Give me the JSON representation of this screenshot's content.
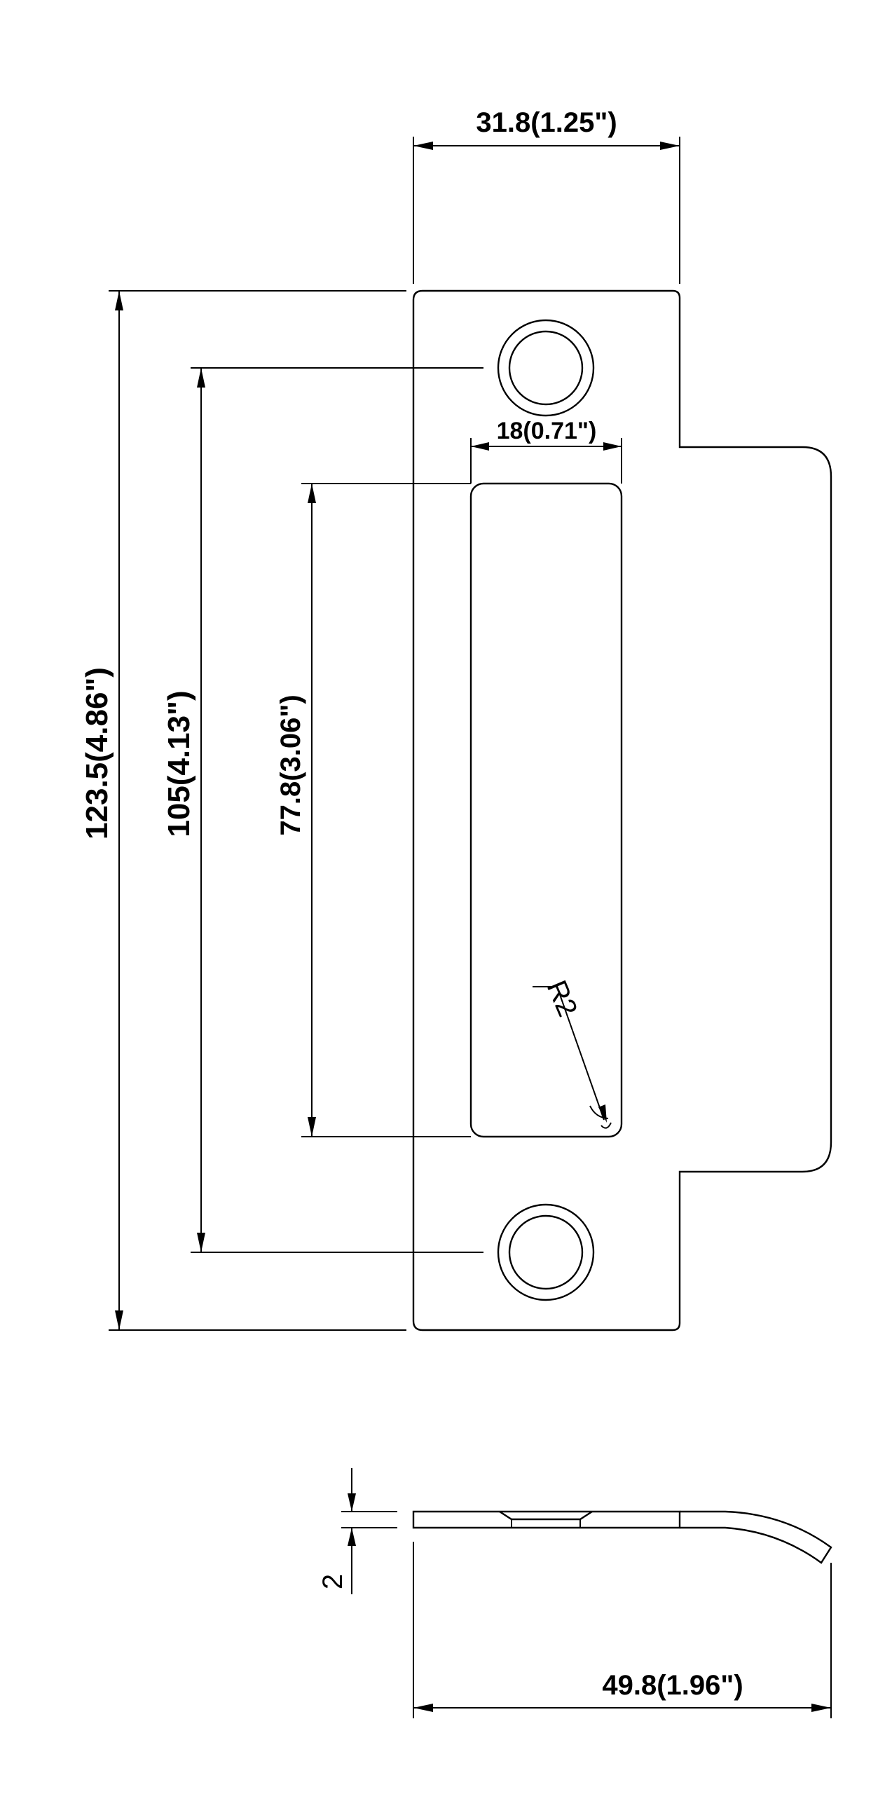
{
  "drawing": {
    "dimensions": {
      "plate_width": "31.8(1.25\")",
      "overall_height": "123.5(4.86\")",
      "hole_spacing": "105(4.13\")",
      "slot_height": "77.8(3.06\")",
      "slot_width": "18(0.71\")",
      "corner_radius": "R2",
      "thickness": "2",
      "overall_depth": "49.8(1.96\")"
    }
  }
}
